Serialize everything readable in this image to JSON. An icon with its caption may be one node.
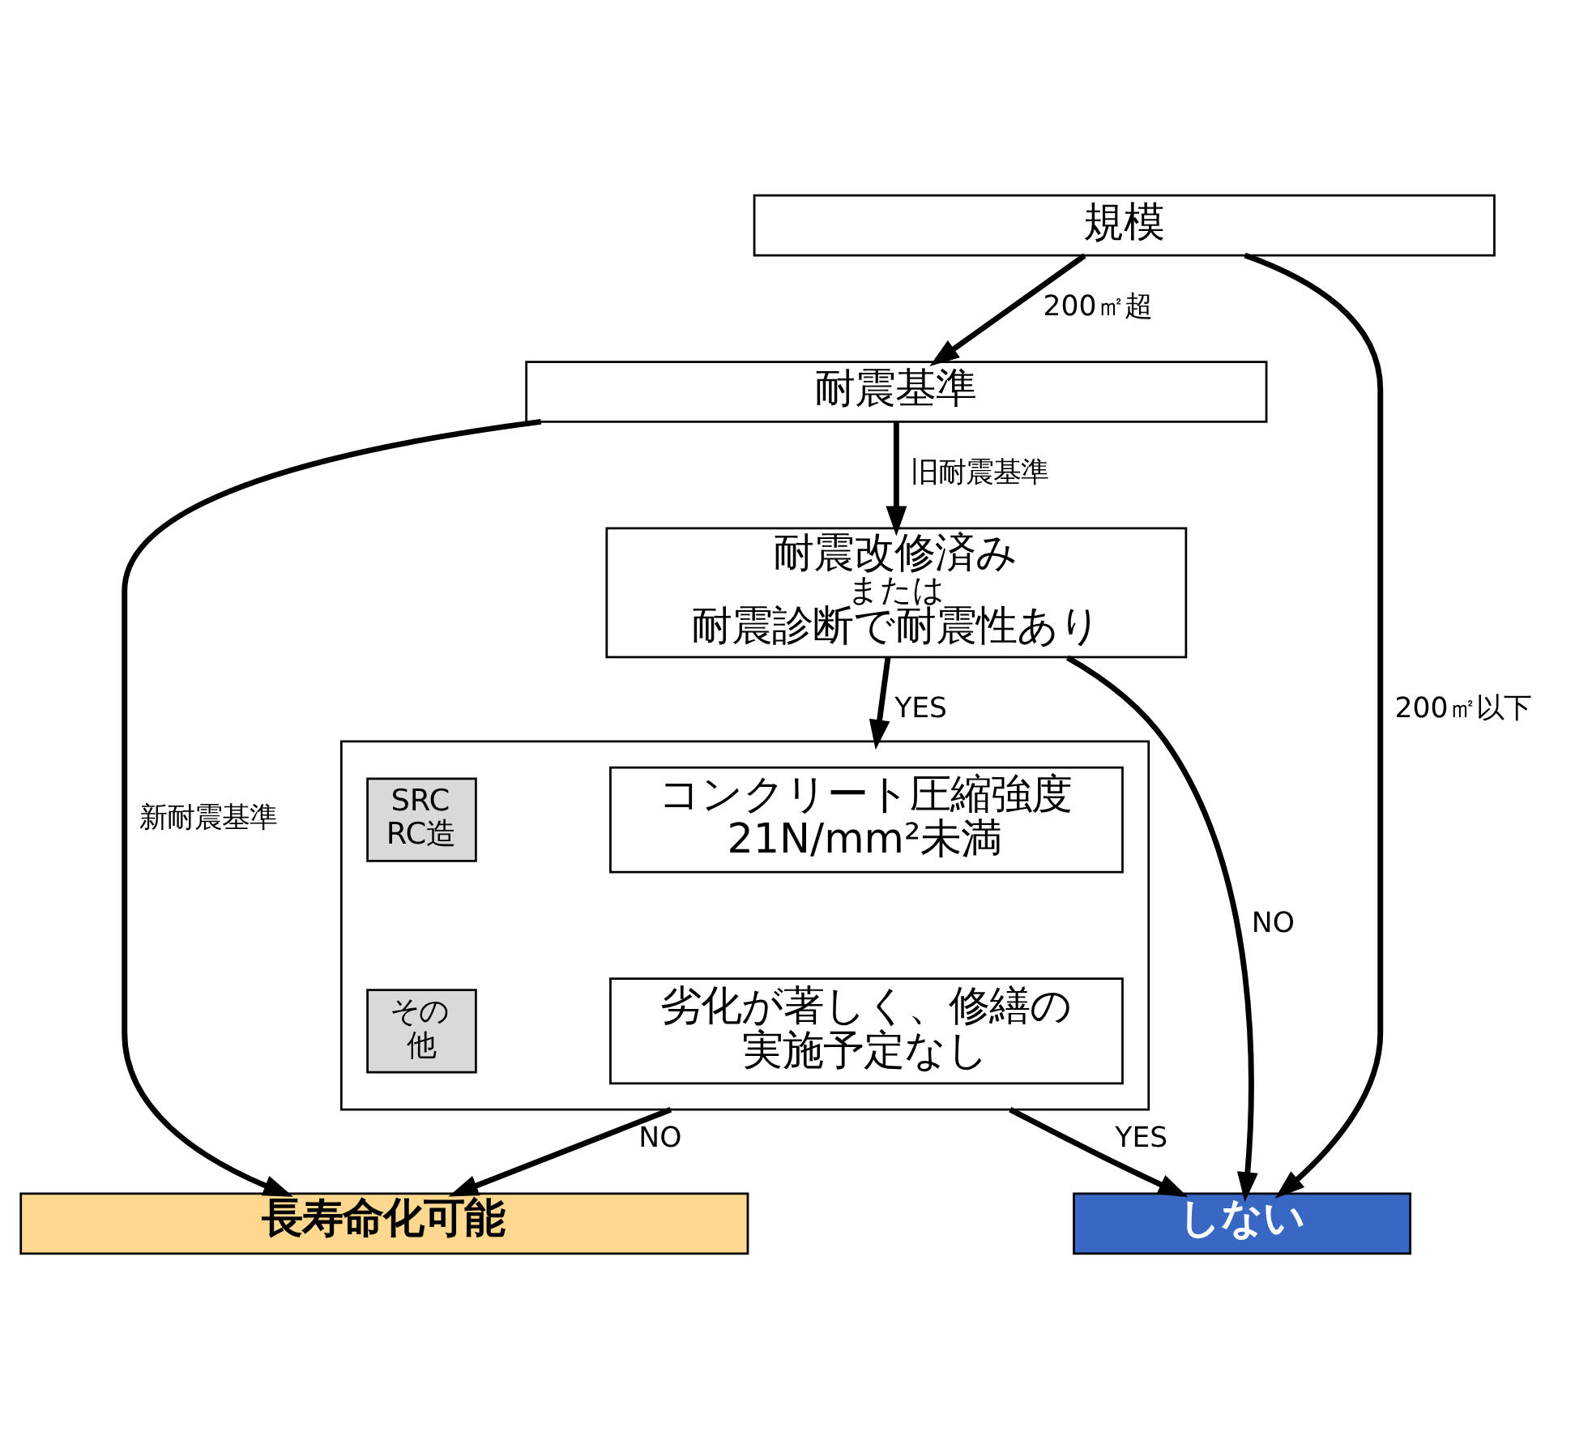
{
  "diagram": {
    "nodes": [
      {
        "text": [
          "規模"
        ]
      },
      {
        "text": [
          "耐震基準"
        ]
      },
      {
        "text": [
          "耐震改修済み",
          "または",
          "耐震診断で耐震性あり"
        ]
      },
      {
        "text": [],
        "shape": "box"
      },
      {
        "text": [
          "SRC RC造"
        ],
        "in": 3
      },
      {
        "text": [
          "コンクリート圧縮強度21N/mm²未満"
        ],
        "in": 3
      },
      {
        "text": [
          "その他"
        ],
        "in": 3
      },
      {
        "text": [
          "劣化が著しく、修繕の実施予定なし"
        ],
        "in": 3
      },
      {
        "text": [
          "長寿命化可能"
        ]
      },
      {
        "text": [
          "しない"
        ]
      }
    ],
    "edges": [
      {
        "from": 0,
        "to": 1,
        "arrow": "to",
        "label": "200㎡超"
      },
      {
        "from": 0,
        "to": 9,
        "arrow": "to",
        "label": "200㎡以下"
      },
      {
        "from": 1,
        "to": 8,
        "arrow": "to",
        "label": "新耐震基準"
      },
      {
        "from": 1,
        "to": 2,
        "arrow": "to",
        "label": "旧耐震基準"
      },
      {
        "from": 2,
        "to": 9,
        "arrow": "to",
        "label": "NO"
      },
      {
        "from": 2,
        "to": 3,
        "arrow": "to",
        "label": "YES"
      },
      {
        "from": 3,
        "to": 9,
        "arrow": "to",
        "label": "YES"
      },
      {
        "from": 3,
        "to": 8,
        "arrow": "to",
        "label": "NO"
      }
    ]
  }
}
